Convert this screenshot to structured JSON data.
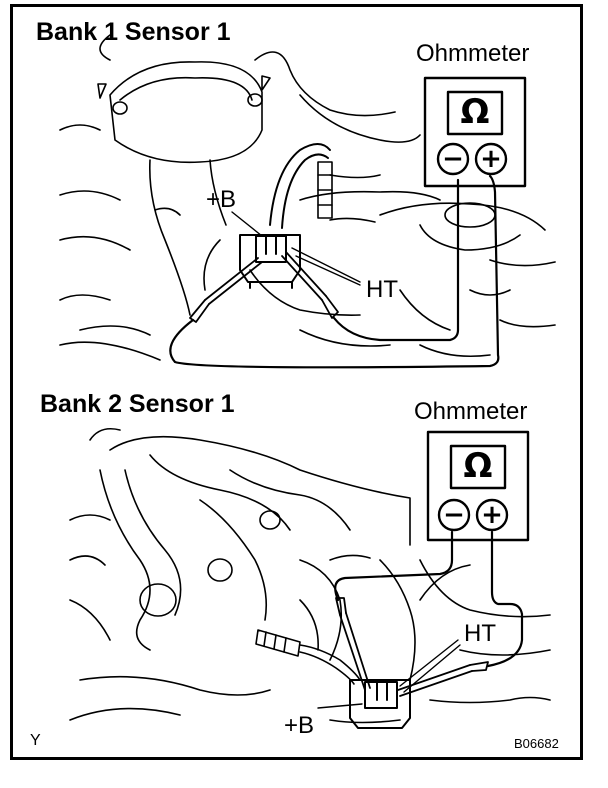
{
  "panels": [
    {
      "title": "Bank 1 Sensor 1",
      "meter_label": "Ohmmeter",
      "meter_symbol": "Ω",
      "minus_symbol": "−",
      "plus_symbol": "+",
      "pin_b": "+B",
      "pin_ht": "HT"
    },
    {
      "title": "Bank 2 Sensor 1",
      "meter_label": "Ohmmeter",
      "meter_symbol": "Ω",
      "minus_symbol": "−",
      "plus_symbol": "+",
      "pin_b": "+B",
      "pin_ht": "HT"
    }
  ],
  "footer": {
    "corner_mark": "Y",
    "figure_code": "B06682"
  }
}
